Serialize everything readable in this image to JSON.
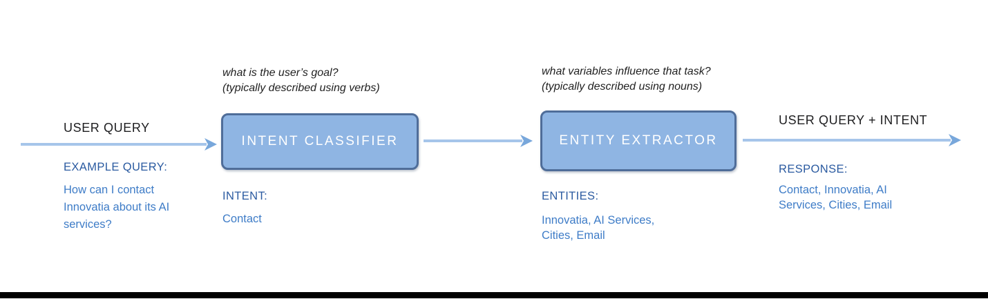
{
  "diagram": {
    "stage_input": {
      "label": "USER QUERY",
      "example_heading": "EXAMPLE QUERY:",
      "example_text": "How can I contact Innovatia about its AI services?"
    },
    "intent_classifier": {
      "annotation_line1": "what is the user’s goal?",
      "annotation_line2": "(typically described using verbs)",
      "box_label": "INTENT CLASSIFIER",
      "output_heading": "INTENT:",
      "output_text": "Contact"
    },
    "entity_extractor": {
      "annotation_line1": "what variables influence that task?",
      "annotation_line2": "(typically described using nouns)",
      "box_label": "ENTITY EXTRACTOR",
      "output_heading": "ENTITIES:",
      "output_text": "Innovatia, AI Services, Cities, Email"
    },
    "stage_output": {
      "label": "USER QUERY + INTENT",
      "response_heading": "RESPONSE:",
      "response_text": "Contact, Innovatia, AI Services, Cities, Email"
    },
    "colors": {
      "box_fill": "#8fb5e3",
      "box_border": "#4f6d99",
      "box_label_text": "#ffffff",
      "heading_blue": "#2a5aa0",
      "body_blue": "#3e7cc7",
      "arrow_line": "#a6c5ea",
      "arrow_head": "#78a7db",
      "annotation_text": "#1f1f1f",
      "bottom_bar": "#000000"
    }
  }
}
